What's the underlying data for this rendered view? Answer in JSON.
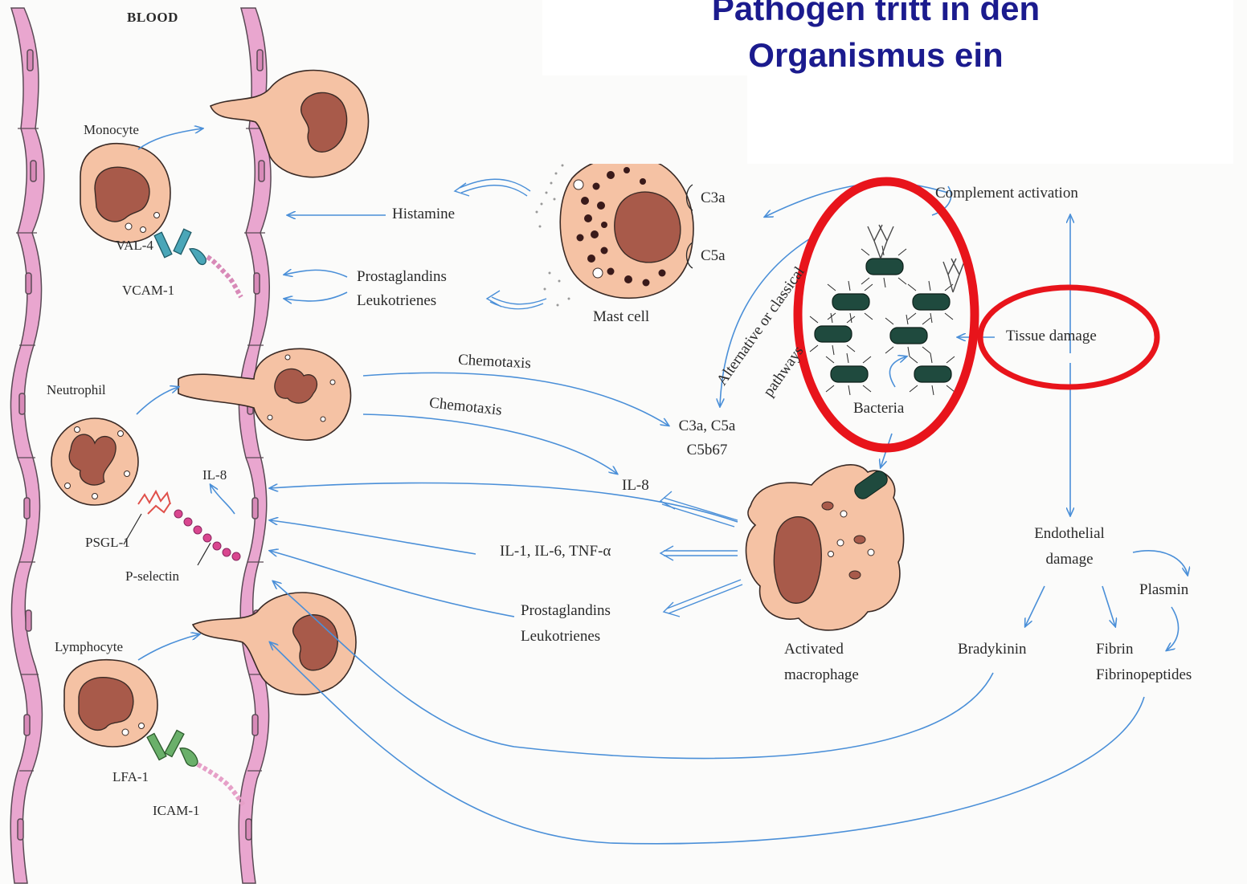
{
  "title": {
    "line1": "Pathogen tritt in den",
    "line2": "Organismus ein"
  },
  "colors": {
    "title": "#1b1b8e",
    "highlight": "#e8141b",
    "arrow": "#4a8fd8",
    "cell": "#f5c2a4",
    "nucleus": "#a85a4a",
    "vessel": "#e9a6cf",
    "bacteria": "#1f4a3e"
  },
  "labels": {
    "blood": "BLOOD",
    "monocyte": "Monocyte",
    "val4": "VAL-4",
    "vcam1": "VCAM-1",
    "histamine": "Histamine",
    "prostaglandins_top": "Prostaglandins",
    "leukotrienes_top": "Leukotrienes",
    "mast_cell": "Mast cell",
    "c3a": "C3a",
    "c5a": "C5a",
    "complement_activation": "Complement activation",
    "pathways_line1": "Alternative or classical",
    "pathways_line2": "pathways",
    "tissue_damage": "Tissue damage",
    "bacteria": "Bacteria",
    "neutrophil": "Neutrophil",
    "chemotaxis_1": "Chemotaxis",
    "chemotaxis_2": "Chemotaxis",
    "c3a_c5a": "C3a, C5a",
    "c5b67": "C5b67",
    "il8_left": "IL-8",
    "il8_center": "IL-8",
    "psgl1": "PSGL-1",
    "p_selectin": "P-selectin",
    "il1_il6_tnf": "IL-1, IL-6, TNF-α",
    "prostaglandins_bottom": "Prostaglandins",
    "leukotrienes_bottom": "Leukotrienes",
    "activated": "Activated",
    "macrophage": "macrophage",
    "endothelial": "Endothelial",
    "damage": "damage",
    "plasmin": "Plasmin",
    "bradykinin": "Bradykinin",
    "fibrin": "Fibrin",
    "fibrinopeptides": "Fibrinopeptides",
    "lymphocyte": "Lymphocyte",
    "lfa1": "LFA-1",
    "icam1": "ICAM-1"
  }
}
